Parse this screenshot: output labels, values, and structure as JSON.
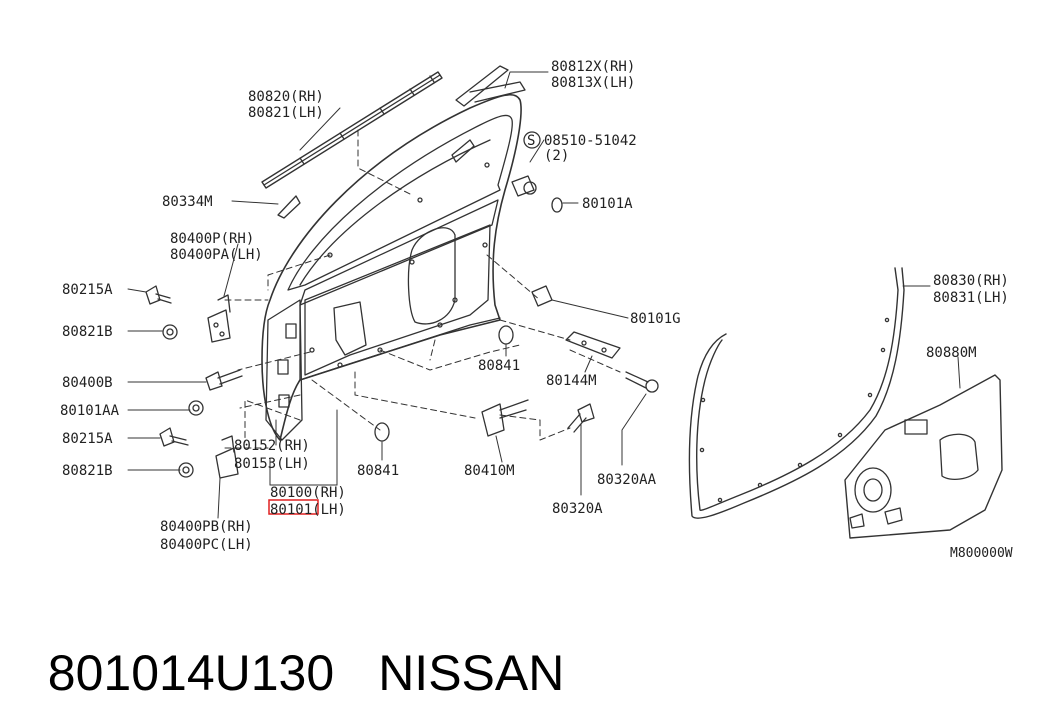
{
  "diagram": {
    "labels": {
      "p80812": [
        "80812X(RH)",
        "80813X(LH)"
      ],
      "p80820": [
        "80820(RH)",
        "80821(LH)"
      ],
      "p08510": [
        "08510-51042",
        "(2)"
      ],
      "p80101A": "80101A",
      "p80334M": "80334M",
      "p80400P": [
        "80400P(RH)",
        "80400PA(LH)"
      ],
      "p80215A_top": "80215A",
      "p80821B_top": "80821B",
      "p80830": [
        "80830(RH)",
        "80831(LH)"
      ],
      "p80101G": "80101G",
      "p80880M": "80880M",
      "p80841_right": "80841",
      "p80144M": "80144M",
      "p80400B": "80400B",
      "p80101AA": "80101AA",
      "p80215A_bot": "80215A",
      "p80821B_bot": "80821B",
      "p80152": [
        "80152(RH)",
        "80153(LH)"
      ],
      "p80841_left": "80841",
      "p80410M": "80410M",
      "p80320AA": "80320AA",
      "p80100": [
        "80100(RH)",
        "80101(LH)"
      ],
      "p80320A": "80320A",
      "p80400PB": [
        "80400PB(RH)",
        "80400PC(LH)"
      ],
      "diagram_code": "M800000W"
    },
    "highlight_color": "#e02020",
    "line_color": "#333333"
  },
  "caption": {
    "part_number": "801014U130",
    "brand": "NISSAN"
  }
}
